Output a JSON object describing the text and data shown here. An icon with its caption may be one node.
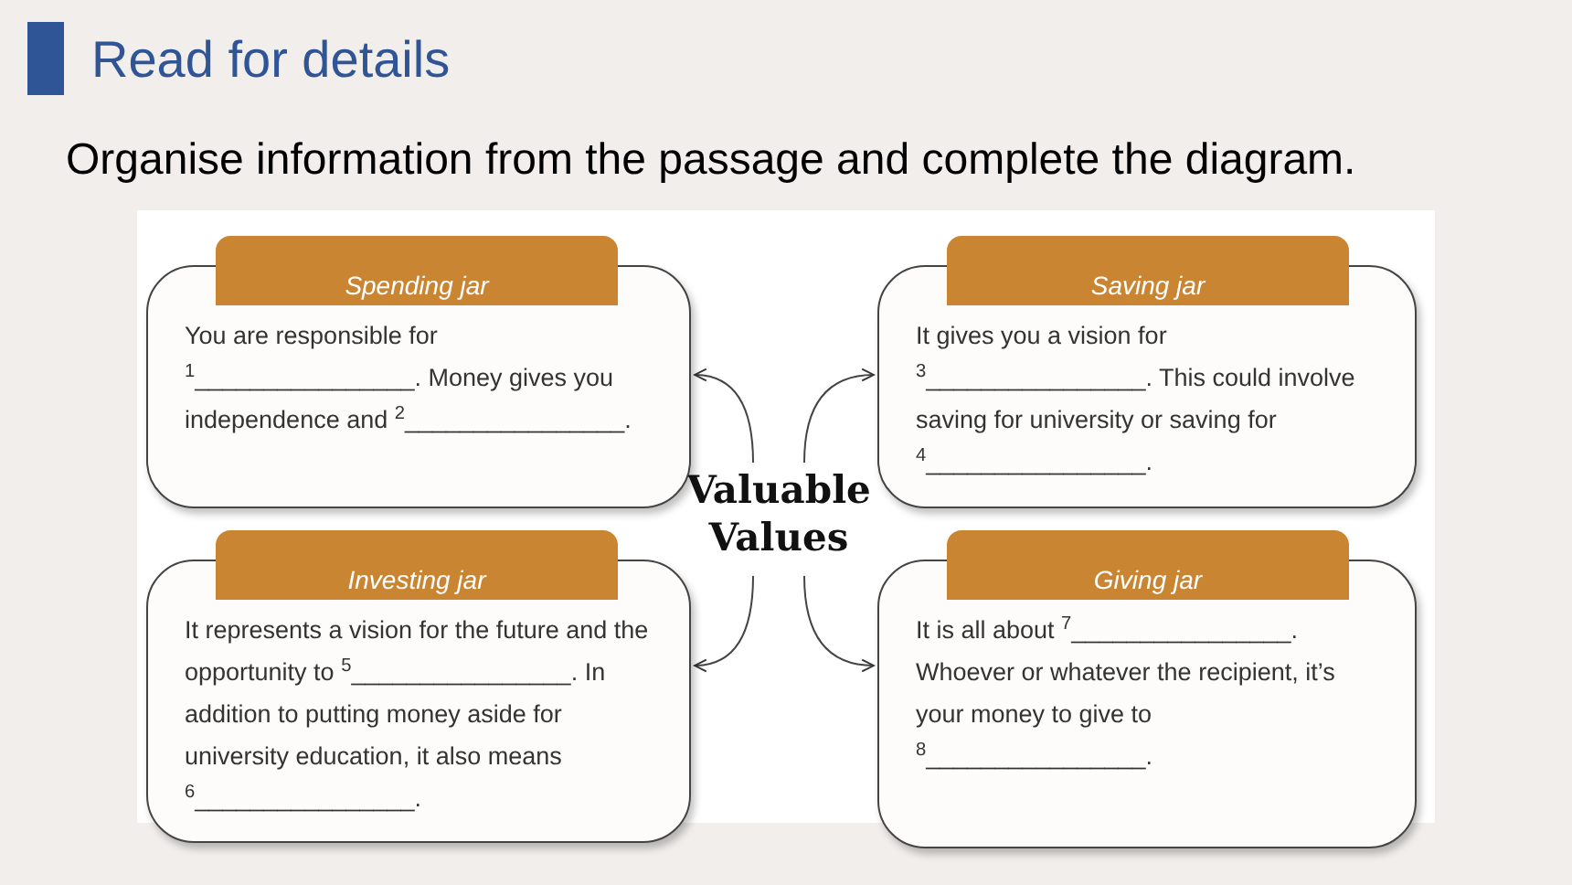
{
  "diagram": {
    "title": "Read for details",
    "caption": "Organise information from the passage and complete the diagram.",
    "nodes": [
      {
        "text": [
          "Valuable Values"
        ]
      },
      {
        "text": [
          "Spending jar",
          "You are responsible for $^{1}$________________. Money gives you independence and $^{2}$________________."
        ]
      },
      {
        "text": [
          "Saving jar",
          "It gives you a vision for $^{3}$________________. This could involve saving for university or saving for $^{4}$________________."
        ]
      },
      {
        "text": [
          "Investing jar",
          "It represents a vision for the future and the opportunity to $^{5}$________________. In addition to putting money aside for university education, it also means $^{6}$________________."
        ]
      },
      {
        "text": [
          "Giving jar",
          "It is all about $^{7}$________________. Whoever or whatever the recipient, it’s your money to give to $^{8}$________________."
        ]
      }
    ],
    "edges": [
      {
        "from": 0,
        "to": 1,
        "arrow": "to"
      },
      {
        "from": 0,
        "to": 2,
        "arrow": "to"
      },
      {
        "from": 0,
        "to": 3,
        "arrow": "to"
      },
      {
        "from": 0,
        "to": 4,
        "arrow": "to"
      }
    ]
  }
}
